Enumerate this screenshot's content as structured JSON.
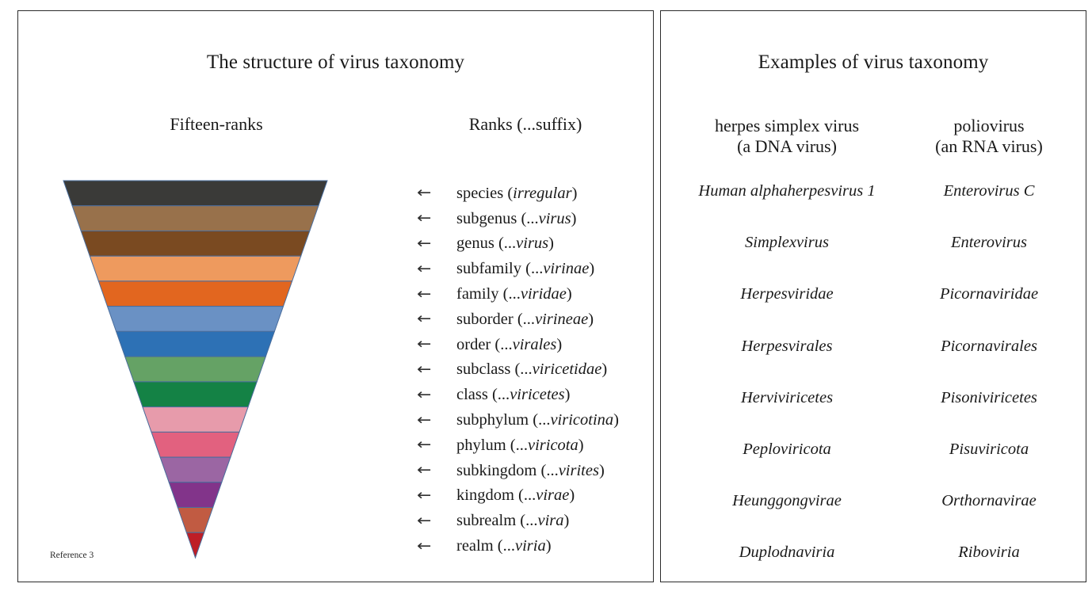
{
  "left_panel": {
    "title": "The structure of virus taxonomy",
    "column_headings": {
      "funnel": "Fifteen-ranks",
      "ranks": "Ranks (...suffix)"
    },
    "reference_note": "Reference 3",
    "arrow_glyph": "←",
    "ranks": [
      {
        "name": "species",
        "suffix": "irregular",
        "ellipsis": false,
        "color": "#3a3a38"
      },
      {
        "name": "subgenus",
        "suffix": "virus",
        "ellipsis": true,
        "color": "#98714b"
      },
      {
        "name": "genus",
        "suffix": "virus",
        "ellipsis": true,
        "color": "#7a4a21"
      },
      {
        "name": "subfamily",
        "suffix": "virinae",
        "ellipsis": true,
        "color": "#ee9a5e"
      },
      {
        "name": "family",
        "suffix": "viridae",
        "ellipsis": true,
        "color": "#e2661f"
      },
      {
        "name": "suborder",
        "suffix": "virineae",
        "ellipsis": true,
        "color": "#6a91c4"
      },
      {
        "name": "order",
        "suffix": "virales",
        "ellipsis": true,
        "color": "#2d71b5"
      },
      {
        "name": "subclass",
        "suffix": "viricetidae",
        "ellipsis": true,
        "color": "#65a265"
      },
      {
        "name": "class",
        "suffix": "viricetes",
        "ellipsis": true,
        "color": "#148245"
      },
      {
        "name": "subphylum",
        "suffix": "viricotina",
        "ellipsis": true,
        "color": "#e79bab"
      },
      {
        "name": "phylum",
        "suffix": "viricota",
        "ellipsis": true,
        "color": "#e2617f"
      },
      {
        "name": "subkingdom",
        "suffix": "virites",
        "ellipsis": true,
        "color": "#9b66a3"
      },
      {
        "name": "kingdom",
        "suffix": "virae",
        "ellipsis": true,
        "color": "#82348a"
      },
      {
        "name": "subrealm",
        "suffix": "vira",
        "ellipsis": true,
        "color": "#c15b42"
      },
      {
        "name": "realm",
        "suffix": "viria",
        "ellipsis": true,
        "color": "#be1e26"
      }
    ],
    "funnel_outline_color": "#4a6d9c"
  },
  "right_panel": {
    "title": "Examples of virus taxonomy",
    "columns": [
      {
        "heading_line1": "herpes simplex virus",
        "heading_line2": "(a DNA virus)",
        "values": [
          "Human alphaherpesvirus 1",
          "Simplexvirus",
          "Herpesviridae",
          "Herpesvirales",
          "Herviviricetes",
          "Peploviricota",
          "Heunggongvirae",
          "Duplodnaviria"
        ]
      },
      {
        "heading_line1": "poliovirus",
        "heading_line2": "(an RNA virus)",
        "values": [
          "Enterovirus C",
          "Enterovirus",
          "Picornaviridae",
          "Picornavirales",
          "Pisoniviricetes",
          "Pisuviricota",
          "Orthornavirae",
          "Riboviria"
        ]
      }
    ]
  }
}
